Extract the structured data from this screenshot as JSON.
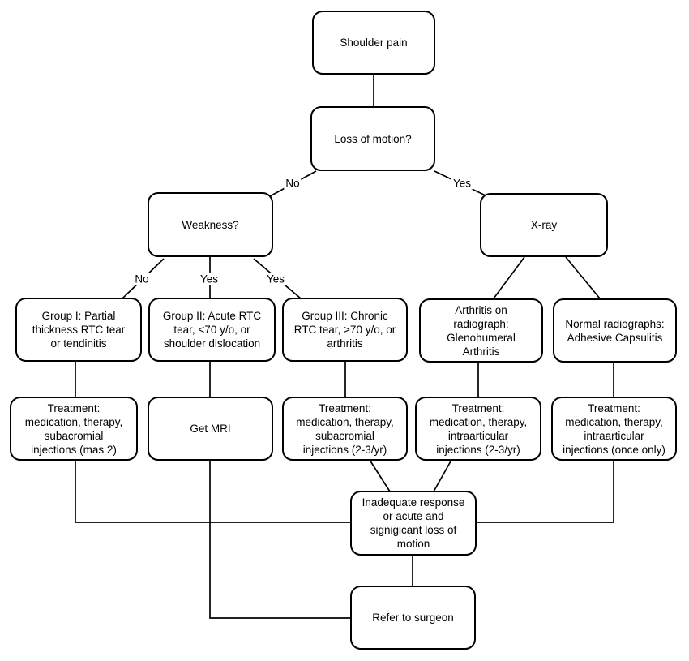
{
  "colors": {
    "line": "#000000",
    "box_border": "#000000",
    "box_fill": "#ffffff",
    "text": "#000000",
    "background": "#ffffff"
  },
  "nodes": {
    "shoulder_pain": {
      "text": "Shoulder pain"
    },
    "loss_of_motion": {
      "text": "Loss of motion?"
    },
    "weakness": {
      "text": "Weakness?"
    },
    "xray": {
      "text": "X-ray"
    },
    "group1": {
      "text": "Group I: Partial\nthickness RTC tear\nor tendinitis"
    },
    "group2": {
      "text": "Group II: Acute RTC\ntear, <70 y/o, or\nshoulder dislocation"
    },
    "group3": {
      "text": "Group III: Chronic\nRTC tear, >70 y/o, or\narthritis"
    },
    "arthritis_radiograph": {
      "text": "Arthritis on\nradiograph:\nGlenohumeral\nArthritis"
    },
    "normal_radiographs": {
      "text": "Normal radiographs:\nAdhesive Capsulitis"
    },
    "treatment_group1": {
      "text": "Treatment:\nmedication, therapy,\nsubacromial\ninjections (mas 2)"
    },
    "get_mri": {
      "text": "Get MRI"
    },
    "treatment_group3": {
      "text": "Treatment:\nmedication, therapy,\nsubacromial\ninjections (2-3/yr)"
    },
    "treatment_glenohumeral": {
      "text": "Treatment:\nmedication, therapy,\nintraarticular\ninjections (2-3/yr)"
    },
    "treatment_capsulitis": {
      "text": "Treatment:\nmedication, therapy,\nintraarticular\ninjections (once only)"
    },
    "inadequate_response": {
      "text": "Inadequate response\nor acute and\nsignigicant loss of\nmotion"
    },
    "refer_to_surgeon": {
      "text": "Refer to surgeon"
    }
  },
  "edge_labels": {
    "loss_no": "No",
    "loss_yes": "Yes",
    "weakness_no": "No",
    "weakness_yes_mid": "Yes",
    "weakness_yes_right": "Yes"
  }
}
